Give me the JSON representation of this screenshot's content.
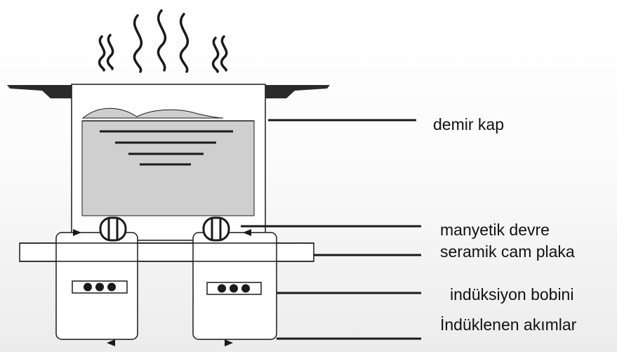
{
  "labels": {
    "iron_pot": "demir kap",
    "magnetic_circuit": "manyetik devre",
    "ceramic_glass": "seramik cam plaka",
    "induction_coil": "indüksiyon bobini",
    "induced_currents": "İndüklenen akımlar"
  },
  "colors": {
    "line": "#1a1a1a",
    "water": "#cfcfcf",
    "handle": "#2a2a2a"
  }
}
